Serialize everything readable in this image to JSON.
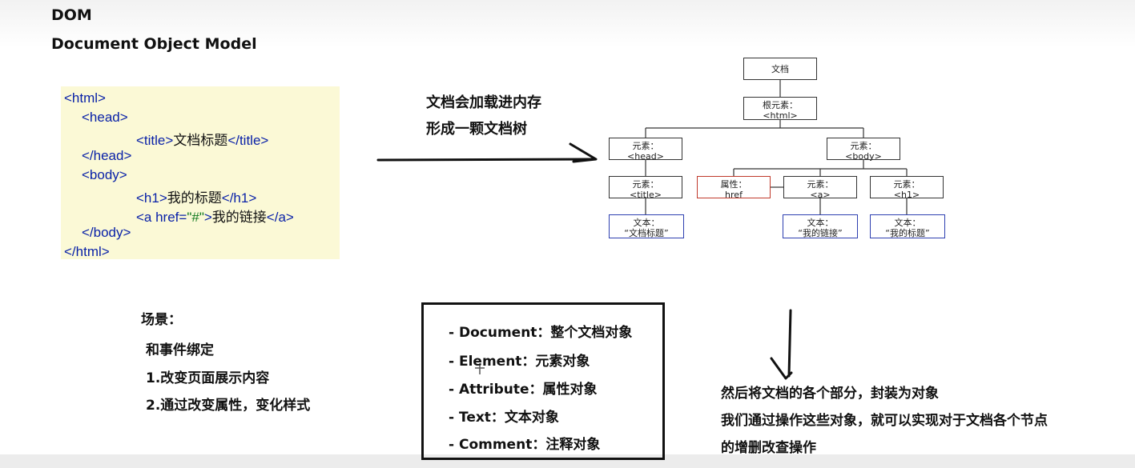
{
  "header": {
    "title": "DOM",
    "subtitle": "Document Object Model"
  },
  "code_lines": [
    {
      "open": "<html>"
    },
    {
      "open": "<head>"
    },
    {
      "open": "<title>",
      "text": "文档标题",
      "close": "</title>"
    },
    {
      "open": "</head>"
    },
    {
      "open": "<body>"
    },
    {
      "open": "<h1>",
      "text": "我的标题",
      "close": "</h1>"
    },
    {
      "open": "<a href=",
      "quote": "\"#\"",
      "mid": ">",
      "text": "我的链接",
      "close": "</a>"
    },
    {
      "open": "</body>"
    },
    {
      "open": "</html>"
    }
  ],
  "caption": {
    "line1": "文档会加载进内存",
    "line2": "形成一颗文档树"
  },
  "tree": {
    "document": "文档",
    "root": {
      "label": "根元素：",
      "tag": "<html>"
    },
    "head": {
      "label": "元素：",
      "tag": "<head>"
    },
    "body": {
      "label": "元素：",
      "tag": "<body>"
    },
    "title": {
      "label": "元素：",
      "tag": "<title>"
    },
    "attr": {
      "label": "属性：",
      "tag": "href"
    },
    "a": {
      "label": "元素：",
      "tag": "<a>"
    },
    "h1": {
      "label": "元素：",
      "tag": "<h1>"
    },
    "text_title": {
      "label": "文本：",
      "tag": "“文档标题”"
    },
    "text_link": {
      "label": "文本：",
      "tag": "“我的链接”"
    },
    "text_h1": {
      "label": "文本：",
      "tag": "“我的标题”"
    }
  },
  "scenes": {
    "title": "场景：",
    "items": [
      "和事件绑定",
      "1.改变页面展示内容",
      "2.通过改变属性，变化样式"
    ]
  },
  "object_types": [
    "- Document：整个文档对象",
    "- Element：元素对象",
    "- Attribute：属性对象",
    "- Text：文本对象",
    "- Comment：注释对象"
  ],
  "description": [
    "然后将文档的各个部分，封装为对象",
    "我们通过操作这些对象，就可以实现对于文档各个节点",
    "的增删改查操作"
  ],
  "colors": {
    "code_bg": "#fbf9d6",
    "tag_blue": "#0a22a8",
    "attr_red": "#c0392b",
    "text_blue": "#2d3fb0"
  }
}
